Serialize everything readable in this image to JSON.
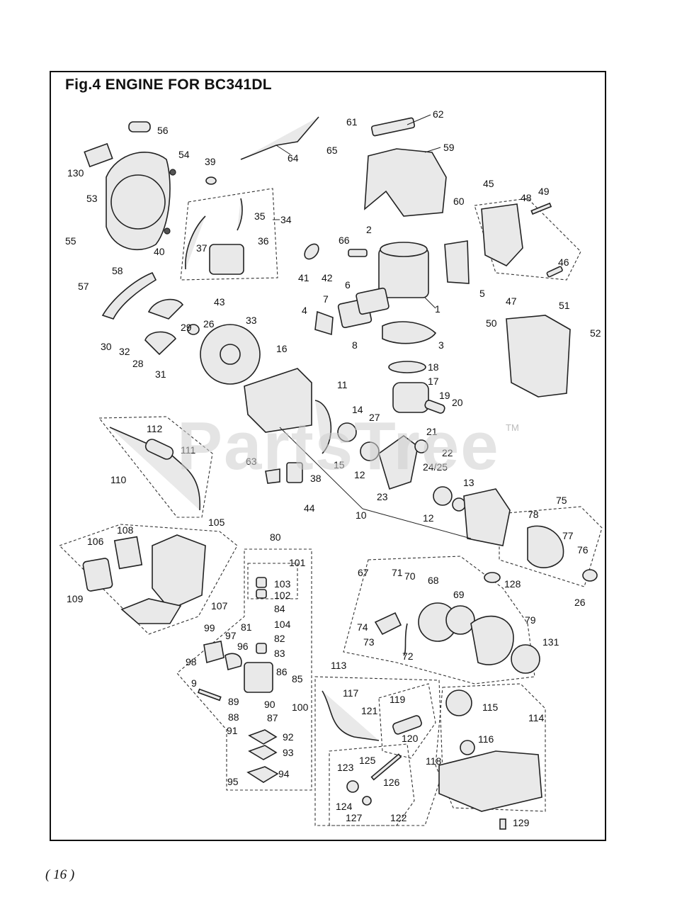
{
  "title": "Fig.4  ENGINE FOR BC341DL",
  "watermark": "PartsTree",
  "watermark_tm": "TM",
  "page_number": "( 16 )",
  "callouts": [
    {
      "label": "56"
    },
    {
      "label": "130"
    },
    {
      "label": "53"
    },
    {
      "label": "54"
    },
    {
      "label": "55"
    },
    {
      "label": "40"
    },
    {
      "label": "39"
    },
    {
      "label": "64"
    },
    {
      "label": "65"
    },
    {
      "label": "61"
    },
    {
      "label": "62"
    },
    {
      "label": "59"
    },
    {
      "label": "60"
    },
    {
      "label": "35"
    },
    {
      "label": "34"
    },
    {
      "label": "36"
    },
    {
      "label": "37"
    },
    {
      "label": "43"
    },
    {
      "label": "2"
    },
    {
      "label": "66"
    },
    {
      "label": "41"
    },
    {
      "label": "42"
    },
    {
      "label": "45"
    },
    {
      "label": "48"
    },
    {
      "label": "49"
    },
    {
      "label": "46"
    },
    {
      "label": "47"
    },
    {
      "label": "5"
    },
    {
      "label": "1"
    },
    {
      "label": "6"
    },
    {
      "label": "7"
    },
    {
      "label": "4"
    },
    {
      "label": "8"
    },
    {
      "label": "3"
    },
    {
      "label": "58"
    },
    {
      "label": "57"
    },
    {
      "label": "29"
    },
    {
      "label": "30"
    },
    {
      "label": "32"
    },
    {
      "label": "28"
    },
    {
      "label": "31"
    },
    {
      "label": "26"
    },
    {
      "label": "33"
    },
    {
      "label": "16"
    },
    {
      "label": "51"
    },
    {
      "label": "50"
    },
    {
      "label": "52"
    },
    {
      "label": "18"
    },
    {
      "label": "17"
    },
    {
      "label": "19"
    },
    {
      "label": "20"
    },
    {
      "label": "11"
    },
    {
      "label": "14"
    },
    {
      "label": "27"
    },
    {
      "label": "21"
    },
    {
      "label": "22"
    },
    {
      "label": "15"
    },
    {
      "label": "12"
    },
    {
      "label": "24/25"
    },
    {
      "label": "13"
    },
    {
      "label": "23"
    },
    {
      "label": "12"
    },
    {
      "label": "10"
    },
    {
      "label": "112"
    },
    {
      "label": "111"
    },
    {
      "label": "110"
    },
    {
      "label": "63"
    },
    {
      "label": "38"
    },
    {
      "label": "44"
    },
    {
      "label": "75"
    },
    {
      "label": "78"
    },
    {
      "label": "77"
    },
    {
      "label": "76"
    },
    {
      "label": "26"
    },
    {
      "label": "128"
    },
    {
      "label": "105"
    },
    {
      "label": "108"
    },
    {
      "label": "106"
    },
    {
      "label": "109"
    },
    {
      "label": "107"
    },
    {
      "label": "80"
    },
    {
      "label": "101"
    },
    {
      "label": "103"
    },
    {
      "label": "102"
    },
    {
      "label": "84"
    },
    {
      "label": "81"
    },
    {
      "label": "104"
    },
    {
      "label": "82"
    },
    {
      "label": "83"
    },
    {
      "label": "99"
    },
    {
      "label": "97"
    },
    {
      "label": "96"
    },
    {
      "label": "98"
    },
    {
      "label": "86"
    },
    {
      "label": "85"
    },
    {
      "label": "100"
    },
    {
      "label": "89"
    },
    {
      "label": "90"
    },
    {
      "label": "88"
    },
    {
      "label": "87"
    },
    {
      "label": "91"
    },
    {
      "label": "92"
    },
    {
      "label": "93"
    },
    {
      "label": "95"
    },
    {
      "label": "94"
    },
    {
      "label": "9"
    },
    {
      "label": "67"
    },
    {
      "label": "71"
    },
    {
      "label": "70"
    },
    {
      "label": "68"
    },
    {
      "label": "69"
    },
    {
      "label": "74"
    },
    {
      "label": "73"
    },
    {
      "label": "72"
    },
    {
      "label": "79"
    },
    {
      "label": "131"
    },
    {
      "label": "113"
    },
    {
      "label": "117"
    },
    {
      "label": "121"
    },
    {
      "label": "119"
    },
    {
      "label": "120"
    },
    {
      "label": "118"
    },
    {
      "label": "115"
    },
    {
      "label": "114"
    },
    {
      "label": "116"
    },
    {
      "label": "123"
    },
    {
      "label": "125"
    },
    {
      "label": "126"
    },
    {
      "label": "124"
    },
    {
      "label": "127"
    },
    {
      "label": "122"
    },
    {
      "label": "129"
    }
  ]
}
